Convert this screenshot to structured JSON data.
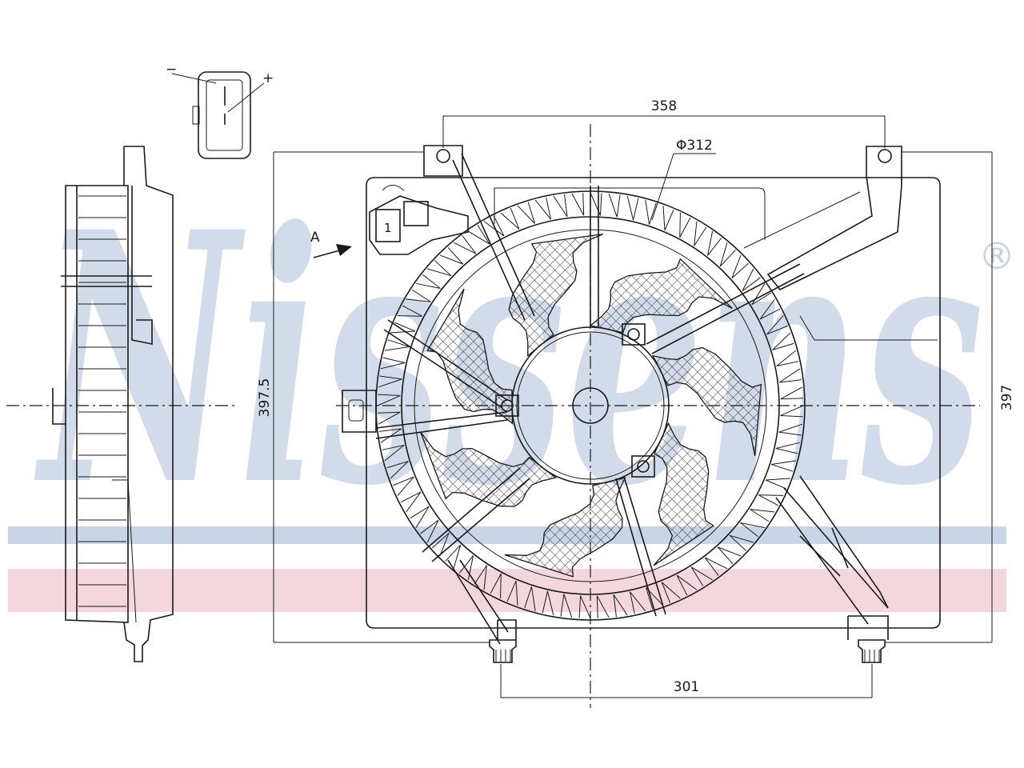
{
  "watermark": {
    "brand": "Nissens",
    "registered_mark": "®",
    "colors": {
      "letters": "#c3d0e2",
      "band_blue": "#c9d5e6",
      "band_red": "#f1cdd5"
    }
  },
  "connector": {
    "minus_label": "−",
    "plus_label": "+",
    "pin_label": "1"
  },
  "view_marker": {
    "label": "A"
  },
  "dimensions": {
    "top_width": "358",
    "fan_diameter": "Φ312",
    "height_left": "397.5",
    "height_right": "397",
    "bottom_width": "301"
  },
  "colors": {
    "line": "#1a1a1a",
    "background": "#ffffff",
    "hatch": "#333333"
  }
}
